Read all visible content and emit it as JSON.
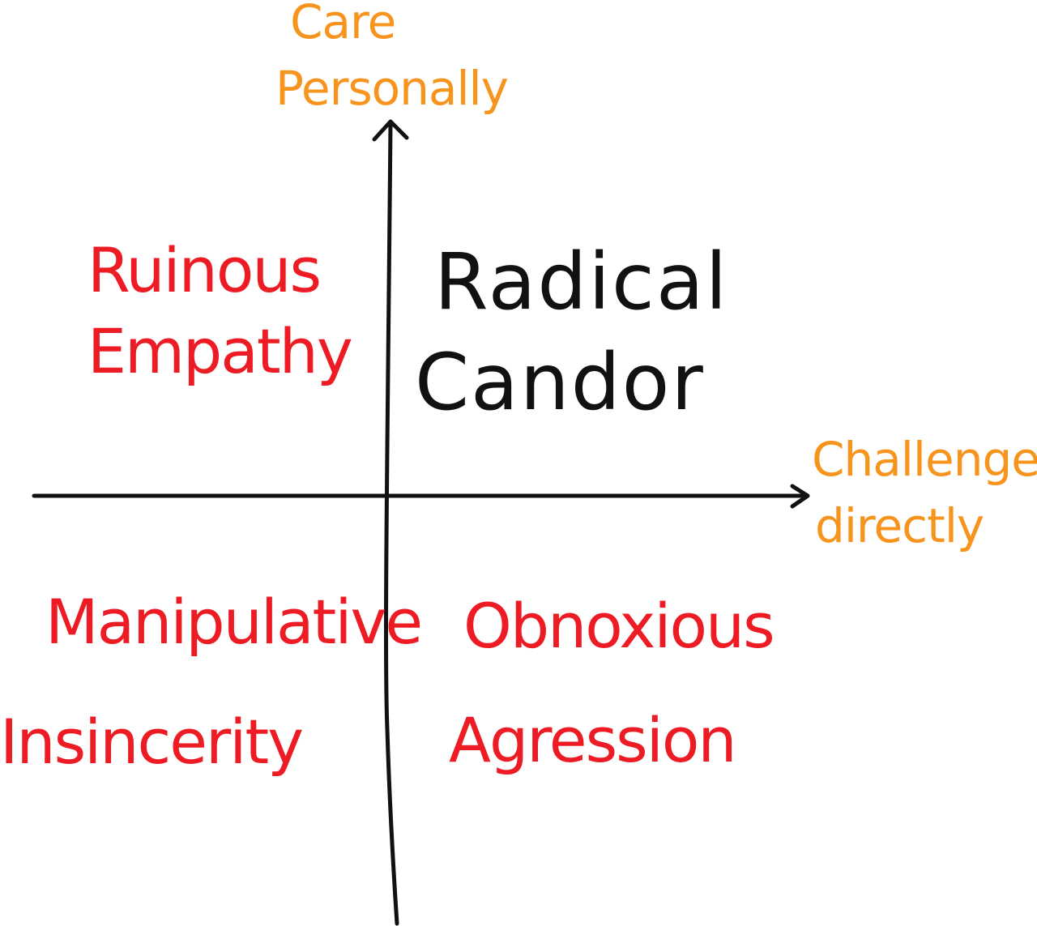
{
  "colors": {
    "axis_label": "#F7941D",
    "quadrant_negative": "#ED1C24",
    "quadrant_positive": "#111111",
    "axes": "#111111"
  },
  "axes": {
    "y_label_line1": "Care",
    "y_label_line2": "Personally",
    "x_label_line1": "Challenge",
    "x_label_line2": "directly"
  },
  "quadrants": {
    "top_left": {
      "line1": "Ruinous",
      "line2": "Empathy"
    },
    "top_right": {
      "line1": "Radical",
      "line2": "Candor"
    },
    "bottom_left": {
      "line1": "Manipulative",
      "line2": "Insincerity"
    },
    "bottom_right": {
      "line1": "Obnoxious",
      "line2": "Agression"
    }
  }
}
